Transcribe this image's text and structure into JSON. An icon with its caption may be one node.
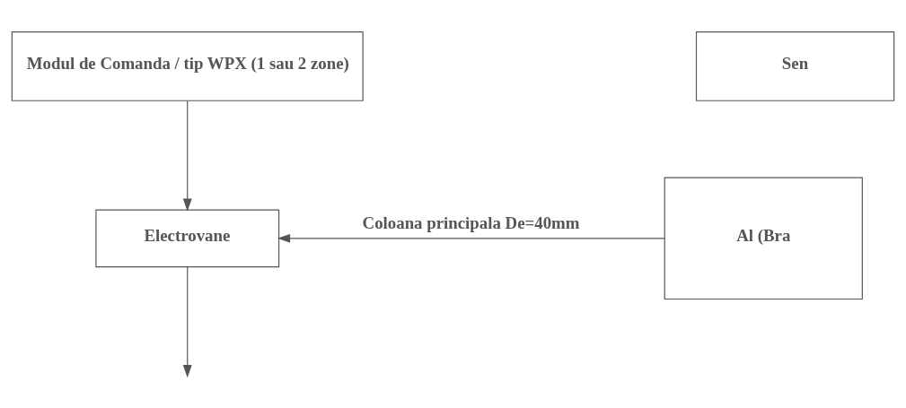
{
  "diagram": {
    "nodes": [
      {
        "text": [
          "Modul de Comanda / tip WPX (1 sau 2 zone)"
        ]
      },
      {
        "text": [
          "Sen"
        ]
      },
      {
        "text": [
          "Electrovane"
        ]
      },
      {
        "text": [
          "Al (Bra"
        ]
      }
    ],
    "edges": [
      {
        "from": 0,
        "to": 2,
        "arrow": "to"
      },
      {
        "from": 3,
        "to": 2,
        "arrow": "to",
        "label": "Coloana principala De=40mm"
      },
      {
        "from": 2,
        "to": null,
        "arrow": "to"
      }
    ]
  }
}
